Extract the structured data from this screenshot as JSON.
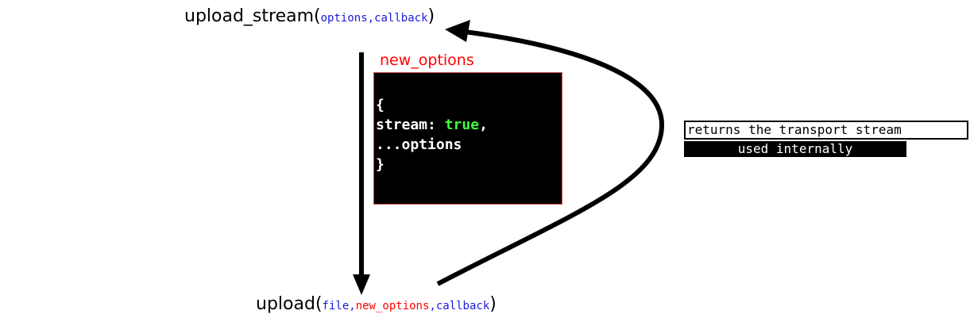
{
  "top_call": {
    "name": "upload_stream",
    "open": "(",
    "arg1": "options",
    "sep": ",",
    "arg2": "callback",
    "close": ")"
  },
  "bottom_call": {
    "name": "upload",
    "open": "(",
    "arg1": "file",
    "sep1": ",",
    "arg2": "new_options",
    "sep2": ",",
    "arg3": "callback",
    "close": ")"
  },
  "box": {
    "label": "new_options",
    "line1": "{",
    "line2_key": "stream: ",
    "line2_value": "true",
    "line2_tail": ",",
    "line3": "...options",
    "line4": "}"
  },
  "note": {
    "line1": "returns the transport stream",
    "line2": "used internally"
  },
  "colors": {
    "arg_blue": "#1a1adb",
    "arg_red": "#ff0000",
    "box_bg": "#000000",
    "code_true": "#3dff3d"
  }
}
